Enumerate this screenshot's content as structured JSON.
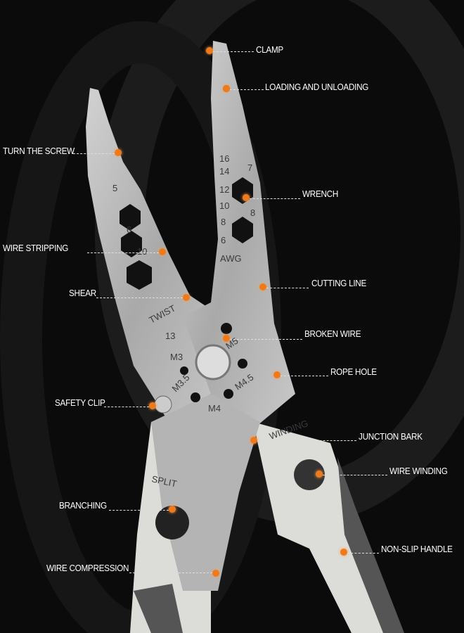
{
  "labels": [
    "CLAMP",
    "LOADING AND UNLOADING",
    "TURN THE SCREW",
    "WRENCH",
    "WIRE STRIPPING",
    "CUTTING LINE",
    "SHEAR",
    "BROKEN WIRE",
    "ROPE HOLE",
    "SAFETY CLIP",
    "JUNCTION BARK",
    "WIRE WINDING",
    "BRANCHING",
    "NON-SLIP HANDLE",
    "WIRE COMPRESSION"
  ],
  "engravings": {
    "left_jaw": [
      "5",
      "6",
      "10"
    ],
    "awg_scale": [
      "16",
      "14",
      "12",
      "10",
      "8",
      "6"
    ],
    "awg_unit": "AWG",
    "wrench_sizes": [
      "7",
      "8"
    ],
    "twist": "TWIST",
    "size13": "13",
    "screw_holes": [
      "M3",
      "M3.5",
      "M4",
      "M4.5",
      "M5"
    ],
    "split": "SPLIT",
    "winding": "WINDING"
  },
  "colors": {
    "accent": "#f07a1a",
    "background": "#0b0b0b",
    "steel": "#b9b9b9",
    "handle": "#dcdcd8"
  }
}
